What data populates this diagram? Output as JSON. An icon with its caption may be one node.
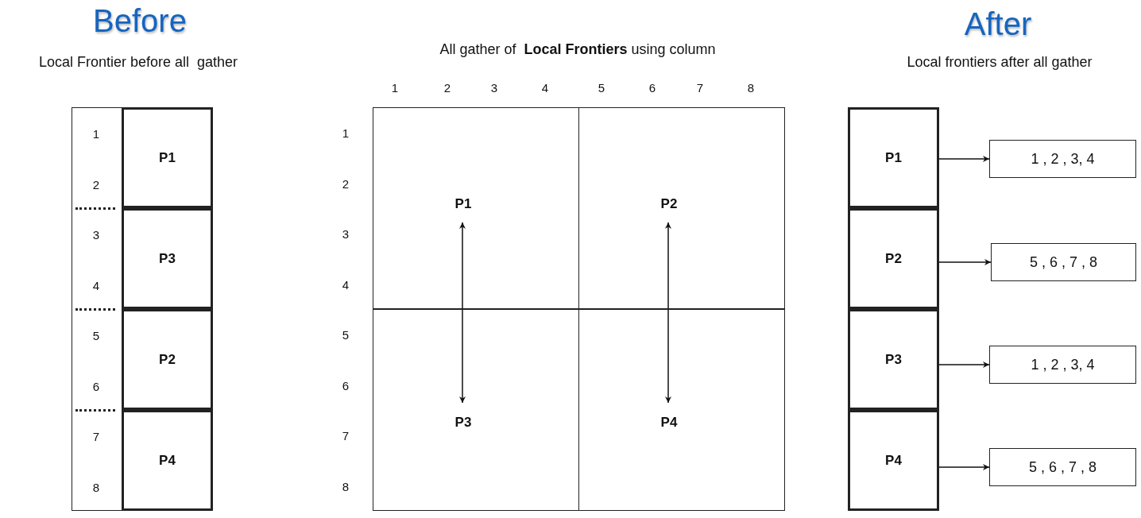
{
  "diagram": {
    "nodes": [
      {
        "text": [
          "1",
          "2",
          "3",
          "4",
          "5",
          "6",
          "7",
          "8"
        ]
      },
      {
        "text": [
          "P1"
        ]
      },
      {
        "text": [
          "P3"
        ]
      },
      {
        "text": [
          "P2"
        ]
      },
      {
        "text": [
          "P4"
        ]
      },
      {
        "text": [],
        "shape": "box"
      },
      {
        "text": [],
        "shape": "box"
      },
      {
        "text": [],
        "shape": "box"
      },
      {
        "text": [],
        "shape": "box"
      },
      {
        "text": [
          "P1"
        ],
        "in": 5
      },
      {
        "text": [
          "P2"
        ],
        "in": 6
      },
      {
        "text": [
          "P3"
        ],
        "in": 7
      },
      {
        "text": [
          "P4"
        ],
        "in": 8
      },
      {
        "text": [
          "P1"
        ]
      },
      {
        "text": [
          "P2"
        ]
      },
      {
        "text": [
          "P3"
        ]
      },
      {
        "text": [
          "P4"
        ]
      },
      {
        "text": [
          "1 , 2 , 3, 4"
        ]
      },
      {
        "text": [
          "5 , 6 , 7 , 8"
        ]
      },
      {
        "text": [
          "1 , 2 , 3, 4"
        ]
      },
      {
        "text": [
          "5 , 6 , 7 , 8"
        ]
      }
    ],
    "edges": [
      {
        "from": 9,
        "to": 11,
        "arrow": "both"
      },
      {
        "from": 10,
        "to": 12,
        "arrow": "both"
      },
      {
        "from": 13,
        "to": 17,
        "arrow": "to"
      },
      {
        "from": 14,
        "to": 18,
        "arrow": "to"
      },
      {
        "from": 15,
        "to": 19,
        "arrow": "to"
      },
      {
        "from": 16,
        "to": 20,
        "arrow": "to"
      }
    ],
    "labels": [
      "Before",
      "Local Frontier before all  gather",
      "All gather of  **Local Frontiers** using column",
      "1",
      "2",
      "3",
      "4",
      "5",
      "6",
      "7",
      "8",
      "1",
      "2",
      "3",
      "4",
      "5",
      "6",
      "7",
      "8",
      "After",
      "Local frontiers after all gather"
    ]
  }
}
